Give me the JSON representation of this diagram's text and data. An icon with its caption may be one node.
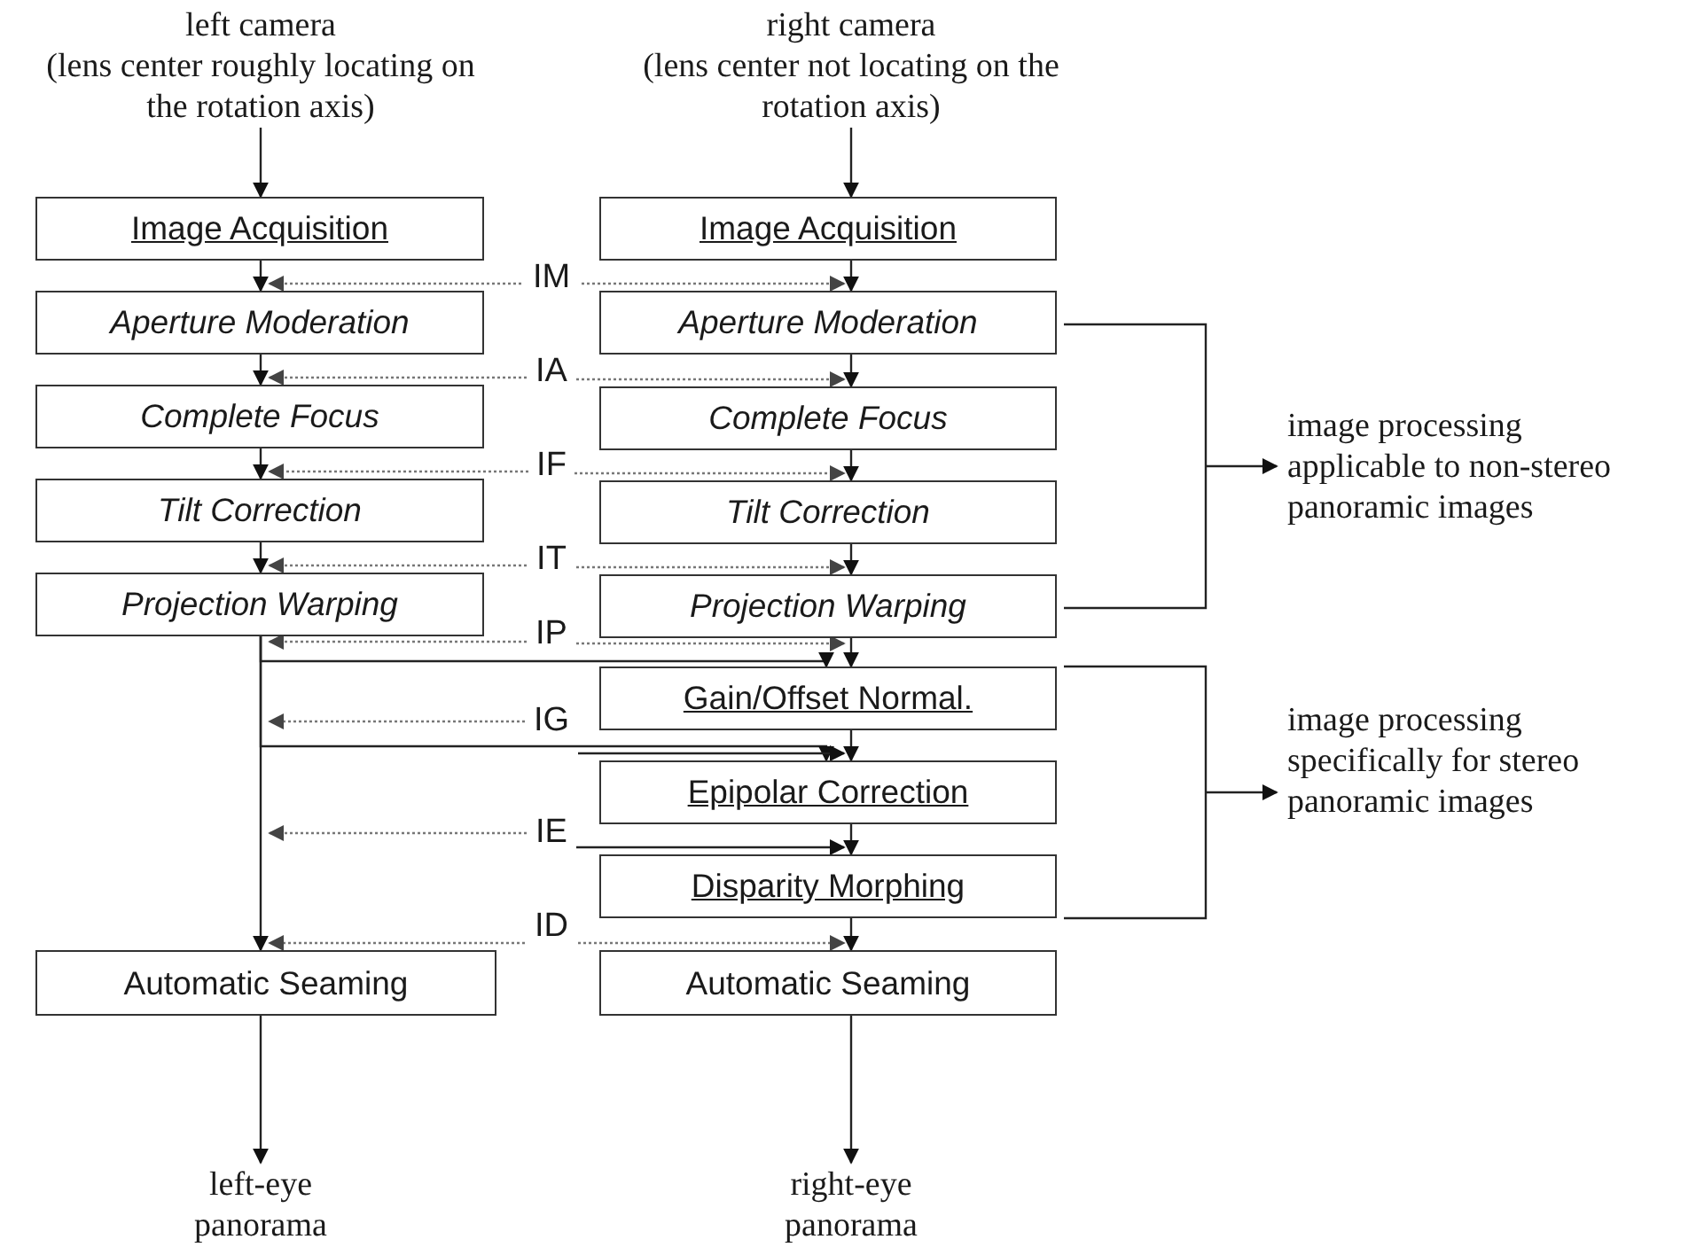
{
  "diagram": {
    "nodes": [
      {
        "text": [
          "left camera",
          "(lens center roughly locating on the rotation axis)"
        ]
      },
      {
        "text": [
          "right camera",
          "(lens center not locating on the rotation axis)"
        ]
      },
      {
        "text": [
          "Image Acquisition"
        ]
      },
      {
        "text": [
          "Aperture Moderation"
        ]
      },
      {
        "text": [
          "Complete Focus"
        ]
      },
      {
        "text": [
          "Tilt Correction"
        ]
      },
      {
        "text": [
          "Projection Warping"
        ]
      },
      {
        "text": [
          "Automatic Seaming"
        ]
      },
      {
        "text": [
          "Image Acquisition"
        ]
      },
      {
        "text": [
          "Aperture Moderation"
        ]
      },
      {
        "text": [
          "Complete Focus"
        ]
      },
      {
        "text": [
          "Tilt Correction"
        ]
      },
      {
        "text": [
          "Projection Warping"
        ]
      },
      {
        "text": [
          "Gain/Offset Normal."
        ]
      },
      {
        "text": [
          "Epipolar Correction"
        ]
      },
      {
        "text": [
          "Disparity Morphing"
        ]
      },
      {
        "text": [
          "Automatic Seaming"
        ]
      },
      {
        "text": [
          "IM"
        ]
      },
      {
        "text": [
          "IA"
        ]
      },
      {
        "text": [
          "IF"
        ]
      },
      {
        "text": [
          "IT"
        ]
      },
      {
        "text": [
          "IP"
        ]
      },
      {
        "text": [
          "IG"
        ]
      },
      {
        "text": [
          "IE"
        ]
      },
      {
        "text": [
          "ID"
        ]
      },
      {
        "text": [
          "image processing applicable to non-stereo panoramic images"
        ]
      },
      {
        "text": [
          "image processing specifically for stereo panoramic images"
        ]
      },
      {
        "text": [
          "left-eye panorama"
        ]
      },
      {
        "text": [
          "right-eye panorama"
        ]
      }
    ],
    "edges": [
      {
        "from": 0,
        "to": 2,
        "arrow": "to"
      },
      {
        "from": 1,
        "to": 8,
        "arrow": "to"
      },
      {
        "from": 2,
        "to": 3,
        "arrow": "to"
      },
      {
        "from": 3,
        "to": 4,
        "arrow": "to"
      },
      {
        "from": 4,
        "to": 5,
        "arrow": "to"
      },
      {
        "from": 5,
        "to": 6,
        "arrow": "to"
      },
      {
        "from": 6,
        "to": 7,
        "arrow": "to"
      },
      {
        "from": 8,
        "to": 9,
        "arrow": "to"
      },
      {
        "from": 9,
        "to": 10,
        "arrow": "to"
      },
      {
        "from": 10,
        "to": 11,
        "arrow": "to"
      },
      {
        "from": 11,
        "to": 12,
        "arrow": "to"
      },
      {
        "from": 12,
        "to": 13,
        "arrow": "to"
      },
      {
        "from": 13,
        "to": 14,
        "arrow": "to"
      },
      {
        "from": 14,
        "to": 15,
        "arrow": "to"
      },
      {
        "from": 15,
        "to": 16,
        "arrow": "to"
      },
      {
        "from": 6,
        "to": 13,
        "arrow": "to"
      },
      {
        "from": 6,
        "to": 14,
        "arrow": "to"
      },
      {
        "from": 17,
        "to": 3,
        "arrow": "to",
        "style": "dashed"
      },
      {
        "from": 17,
        "to": 9,
        "arrow": "to",
        "style": "dashed"
      },
      {
        "from": 18,
        "to": 4,
        "arrow": "to",
        "style": "dashed"
      },
      {
        "from": 18,
        "to": 10,
        "arrow": "to",
        "style": "dashed"
      },
      {
        "from": 19,
        "to": 5,
        "arrow": "to",
        "style": "dashed"
      },
      {
        "from": 19,
        "to": 11,
        "arrow": "to",
        "style": "dashed"
      },
      {
        "from": 20,
        "to": 6,
        "arrow": "to",
        "style": "dashed"
      },
      {
        "from": 20,
        "to": 12,
        "arrow": "to",
        "style": "dashed"
      },
      {
        "from": 21,
        "to": 6,
        "arrow": "to",
        "style": "dashed"
      },
      {
        "from": 21,
        "to": 12,
        "arrow": "to",
        "style": "dashed"
      },
      {
        "from": 22,
        "to": null,
        "arrow": "to",
        "style": "dashed"
      },
      {
        "from": 22,
        "to": 14,
        "arrow": "to"
      },
      {
        "from": 23,
        "to": null,
        "arrow": "to",
        "style": "dashed"
      },
      {
        "from": 23,
        "to": 15,
        "arrow": "to"
      },
      {
        "from": 24,
        "to": 7,
        "arrow": "to",
        "style": "dashed"
      },
      {
        "from": 24,
        "to": 16,
        "arrow": "to",
        "style": "dashed"
      },
      {
        "from": null,
        "to": 25,
        "arrow": "to"
      },
      {
        "from": null,
        "to": 26,
        "arrow": "to"
      },
      {
        "from": 7,
        "to": 27,
        "arrow": "to"
      },
      {
        "from": 16,
        "to": 28,
        "arrow": "to"
      }
    ]
  }
}
